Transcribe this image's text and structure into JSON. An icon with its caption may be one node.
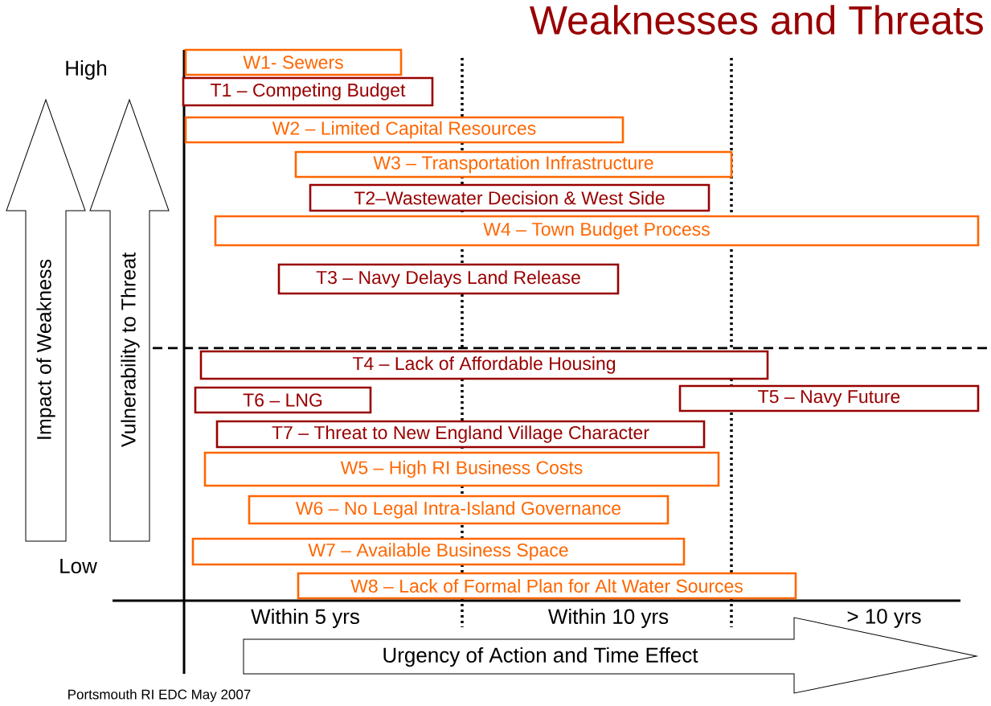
{
  "diagram": {
    "title": "Weaknesses and Threats",
    "nodes": [
      {
        "text": [
          "W1-  Sewers"
        ]
      },
      {
        "text": [
          "T1 – Competing Budget"
        ]
      },
      {
        "text": [
          "W2 – Limited Capital Resources"
        ]
      },
      {
        "text": [
          "W3 – Transportation Infrastructure"
        ]
      },
      {
        "text": [
          "T2–Wastewater Decision & West Side"
        ]
      },
      {
        "text": [
          "W4 – Town Budget Process"
        ]
      },
      {
        "text": [
          "T3 – Navy Delays Land Release"
        ]
      },
      {
        "text": [
          "T4 – Lack of Affordable Housing"
        ]
      },
      {
        "text": [
          "T6 – LNG"
        ]
      },
      {
        "text": [
          "T5 – Navy Future"
        ]
      },
      {
        "text": [
          "T7 – Threat to New England Village Character"
        ]
      },
      {
        "text": [
          "W5 – High RI Business Costs"
        ]
      },
      {
        "text": [
          "W6 – No Legal Intra-Island Governance"
        ]
      },
      {
        "text": [
          "W7 – Available Business Space"
        ]
      },
      {
        "text": [
          "W8 – Lack of Formal Plan for Alt Water Sources"
        ]
      }
    ],
    "labels": [
      "High",
      "Impact of Weakness",
      "Vulnerability to Threat",
      "Low",
      "Within 5 yrs",
      "Within 10 yrs",
      "> 10 yrs",
      "Urgency of Action and Time Effect",
      "Portsmouth RI EDC May 2007"
    ]
  }
}
